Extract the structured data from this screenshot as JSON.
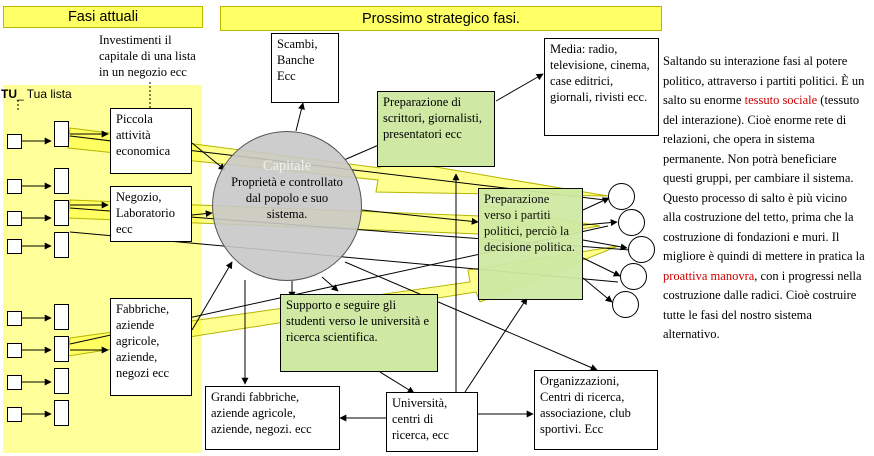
{
  "headers": {
    "current": "Fasi attuali",
    "next": "Prossimo strategico fasi."
  },
  "tu_label": {
    "bold": "TU",
    "rest": "_ Tua lista"
  },
  "investment_note": "Investimenti il capitale di una lista in un negozio ecc",
  "boxes": {
    "piccola": "Piccola attività economica",
    "negozio": "Negozio, Laboratorio ecc",
    "fabbriche": "Fabbriche, aziende agricole, aziende, negozi ecc",
    "scambi": "Scambi, Banche Ecc",
    "media": "Media: radio, televisione, cinema, case editrici, giornali, rivisti ecc.",
    "scrittori": "Preparazione di scrittori, giornalisti, presentatori ecc",
    "politici": "Preparazione verso i partiti politici, perciò la decisione politica.",
    "supporto": "Supporto e seguire gli studenti verso le università e ricerca scientifica.",
    "grandi": "Grandi fabbriche, aziende agricole, aziende, negozi. ecc",
    "universita": "Università, centri di ricerca, ecc",
    "organizzazioni": "Organizzazioni, Centri di ricerca, associazione, club sportivi. Ecc"
  },
  "capitale": {
    "title": "Capitale",
    "subtitle": "Proprietà e controllato dal popolo e suo sistema."
  },
  "side_text": {
    "p1": "Saltando su interazione fasi al potere politico, attraverso i partiti politici. È un salto su enorme ",
    "highlight1": "tessuto sociale",
    "p2": " (tessuto del interazione). Cioè enorme rete di relazioni, che opera in sistema permanente. Non potrà beneficiare questi gruppi, per cambiare il sistema. Questo processo di salto è più vicino alla costruzione del tetto, prima che la costruzione di fondazioni e muri. Il migliore è quindi di mettere in pratica la ",
    "highlight2": "proattiva manovra",
    "p3": ", con i progressi nella costruzione dalle radici. Cioè costruire tutte le fasi del nostro sistema alternativo."
  },
  "colors": {
    "yellow": "#ffff66",
    "green": "#cfe9a4",
    "capitale": "#c8c8c8",
    "highlight": "#cc0000"
  }
}
